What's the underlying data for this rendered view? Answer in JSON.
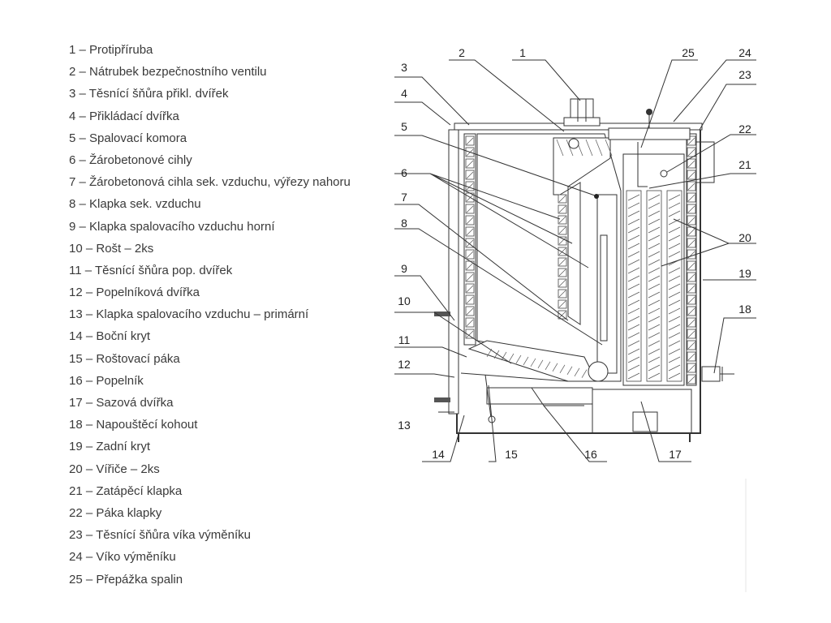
{
  "legend": [
    "1 – Protipříruba",
    "2 – Nátrubek bezpečnostního ventilu",
    "3 – Těsnící šňůra přikl. dvířek",
    "4 – Přikládací dvířka",
    "5 – Spalovací komora",
    "6 – Žárobetonové cihly",
    "7 – Žárobetonová cihla sek. vzduchu, výřezy nahoru",
    "8 – Klapka sek. vzduchu",
    "9 – Klapka spalovacího vzduchu horní",
    "10 – Rošt – 2ks",
    "11 – Těsnící šňůra pop. dvířek",
    "12 – Popelníková dvířka",
    "13 – Klapka spalovacího vzduchu – primární",
    "14 – Boční kryt",
    "15 – Roštovací páka",
    "16 – Popelník",
    "17 – Sazová dvířka",
    "18 – Napouštěcí kohout",
    "19 – Zadní kryt",
    "20 – Vířiče – 2ks",
    "21 – Zatápěcí klapka",
    "22 – Páka klapky",
    "23 – Těsnící šňůra víka výměníku",
    "24 – Víko výměníku",
    "25 – Přepážka spalin"
  ],
  "callouts": [
    "1",
    "2",
    "3",
    "4",
    "5",
    "6",
    "7",
    "8",
    "9",
    "10",
    "11",
    "12",
    "13",
    "14",
    "15",
    "16",
    "17",
    "18",
    "19",
    "20",
    "21",
    "22",
    "23",
    "24",
    "25"
  ],
  "colors": {
    "text": "#3a3a3a",
    "lines": "#333333"
  }
}
